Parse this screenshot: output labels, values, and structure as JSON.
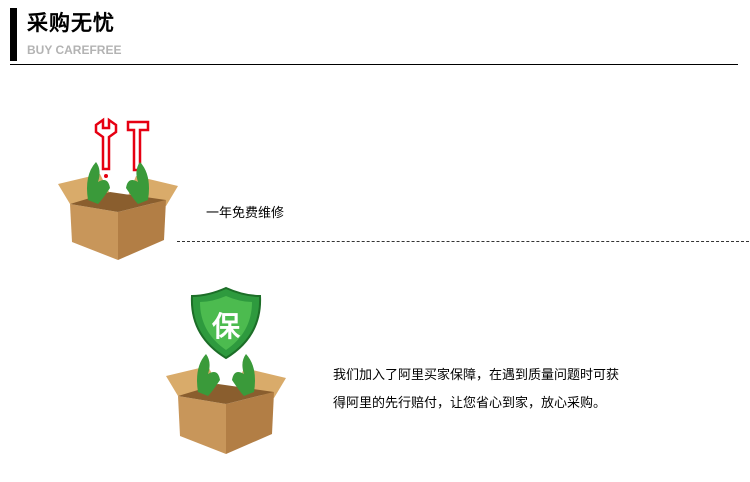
{
  "header": {
    "title": "采购无忧",
    "subtitle": "BUY CAREFREE"
  },
  "features": [
    {
      "text": "一年免费维修",
      "icon": "repair-tools-box-icon"
    },
    {
      "lines": [
        "我们加入了阿里买家保障，在遇到质量问题时可获",
        "得阿里的先行赔付，让您省心到家，放心采购。"
      ],
      "icon": "guarantee-shield-box-icon",
      "badge": "保"
    }
  ],
  "colors": {
    "accent_red": "#e60012",
    "shield_green": "#2e9a3e",
    "box_brown": "#c89858"
  }
}
